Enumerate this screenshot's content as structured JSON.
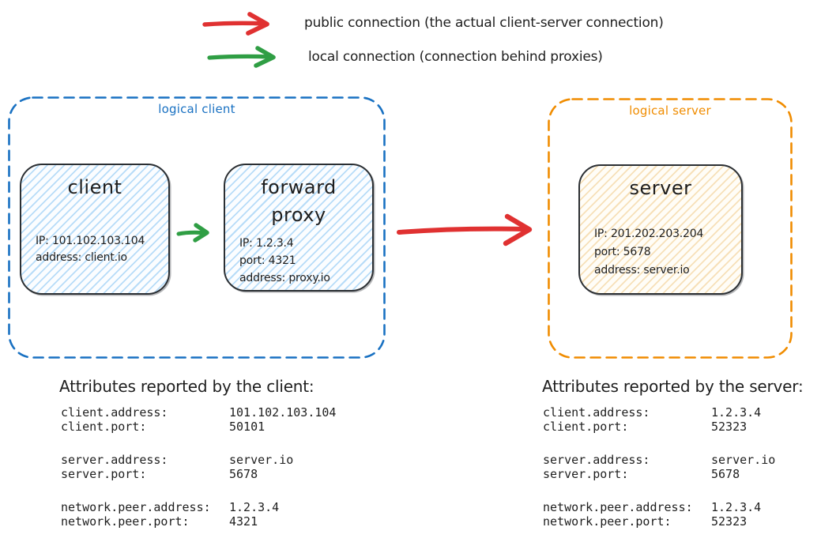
{
  "colors": {
    "red": "#e03131",
    "green": "#2f9e44",
    "blue": "#1971c2",
    "orange": "#f08c00",
    "ink": "#1e1e1e",
    "client_fill": "#a5d8ff",
    "server_fill": "#ffd8a8"
  },
  "legend": {
    "items": [
      {
        "icon": "red-arrow",
        "color": "#e03131",
        "label": "public connection (the actual client-server connection)"
      },
      {
        "icon": "green-arrow",
        "color": "#2f9e44",
        "label": "local connection (connection behind proxies)"
      }
    ]
  },
  "diagram": {
    "logical_client": {
      "label": "logical client",
      "border_color": "#1971c2",
      "nodes": [
        {
          "title": "client",
          "lines": [
            "IP: 101.102.103.104",
            "address: client.io"
          ]
        },
        {
          "title": "forward proxy",
          "lines": [
            "IP: 1.2.3.4",
            "port: 4321",
            "address: proxy.io"
          ]
        }
      ]
    },
    "logical_server": {
      "label": "logical server",
      "border_color": "#f08c00",
      "nodes": [
        {
          "title": "server",
          "lines": [
            "IP: 201.202.203.204",
            "port: 5678",
            "address: server.io"
          ]
        }
      ]
    },
    "connections": [
      {
        "name": "local-connection",
        "from": "client",
        "to": "forward proxy",
        "color": "#2f9e44"
      },
      {
        "name": "public-connection",
        "from": "logical client",
        "to": "logical server",
        "color": "#e03131"
      }
    ]
  },
  "attributes": {
    "client": {
      "heading": "Attributes reported by the client:",
      "rows": [
        {
          "key": "client.address:",
          "value": "101.102.103.104"
        },
        {
          "key": "client.port:",
          "value": "50101"
        },
        {
          "key": "server.address:",
          "value": "server.io"
        },
        {
          "key": "server.port:",
          "value": "5678"
        },
        {
          "key": "network.peer.address:",
          "value": "1.2.3.4"
        },
        {
          "key": "network.peer.port:",
          "value": "4321"
        }
      ]
    },
    "server": {
      "heading": "Attributes reported by the server:",
      "rows": [
        {
          "key": "client.address:",
          "value": "1.2.3.4"
        },
        {
          "key": "client.port:",
          "value": "52323"
        },
        {
          "key": "server.address:",
          "value": "server.io"
        },
        {
          "key": "server.port:",
          "value": "5678"
        },
        {
          "key": "network.peer.address:",
          "value": "1.2.3.4"
        },
        {
          "key": "network.peer.port:",
          "value": "52323"
        }
      ]
    }
  }
}
